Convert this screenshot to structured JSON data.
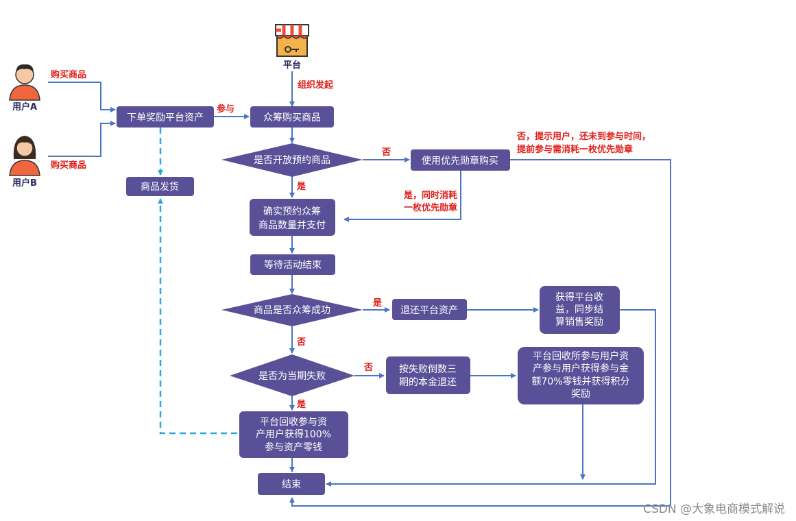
{
  "colors": {
    "node_fill": "#5a5098",
    "edge": "#4a74c4",
    "dashed_edge": "#29a7e1",
    "label": "#e0201b"
  },
  "actors": {
    "platform": {
      "label": "平台",
      "icon": "shop-icon"
    },
    "user_a": {
      "label": "用户A",
      "icon": "user-male-icon"
    },
    "user_b": {
      "label": "用户B",
      "icon": "user-female-icon"
    }
  },
  "nodes": {
    "order_assets": "下单奖励平台资产",
    "crowdfund_buy": "众筹购买商品",
    "open_preorder": "是否开放预约商品",
    "use_badge": "使用优先勋章购买",
    "ship": "商品发货",
    "confirm_pay": [
      "确实预约众筹",
      "商品数量并支付"
    ],
    "wait_end": "等待活动结束",
    "crowdfund_success": "商品是否众筹成功",
    "return_assets": "退还平台资产",
    "platform_income": [
      "获得平台收",
      "益，同步结",
      "算销售奖励"
    ],
    "period_fail": "是否为当期失败",
    "refund_three": [
      "按失败倒数三",
      "期的本金退还"
    ],
    "recover_70": [
      "平台回收所参与用户资",
      "产参与用户获得参与金",
      "额70%零钱并获得积分",
      "奖励"
    ],
    "recover_100": [
      "平台回收参与资",
      "产用户获得100%",
      "参与资产零钱"
    ],
    "end": "结束"
  },
  "labels": {
    "buy_a": "购买商品",
    "buy_b": "购买商品",
    "participate": "参与",
    "organize": "组织发起",
    "no_open": "否",
    "yes_open": "是",
    "yes_consume": [
      "是，同时消耗",
      "一枚优先勋章"
    ],
    "no_tip": [
      "否，提示用户，还未到参与时间，",
      "提前参与需消耗一枚优先勋章"
    ],
    "yes_success": "是",
    "no_success": "否",
    "no_period": "否",
    "yes_period": "是"
  },
  "watermark": "CSDN @大象电商模式解说"
}
